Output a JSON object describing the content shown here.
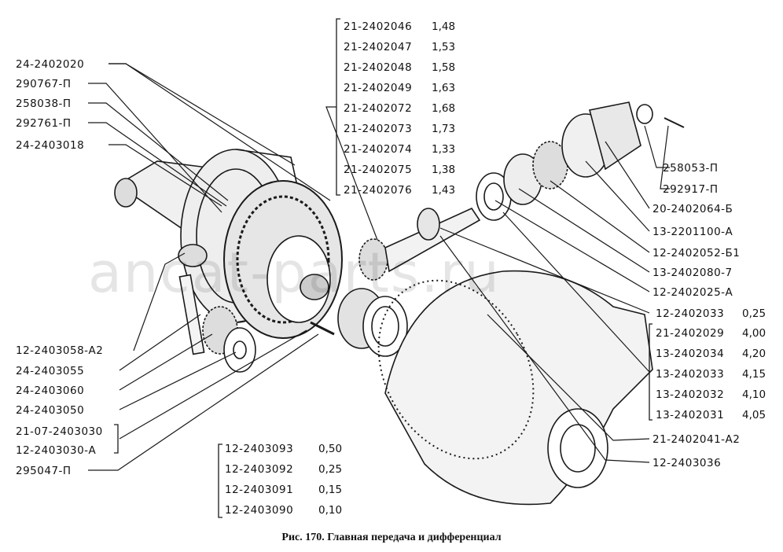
{
  "caption": "Рис. 170. Главная передача и дифференциал",
  "watermark": "ancat-parts.ru",
  "top_group": [
    {
      "code": "21-2402046",
      "value": "1,48"
    },
    {
      "code": "21-2402047",
      "value": "1,53"
    },
    {
      "code": "21-2402048",
      "value": "1,58"
    },
    {
      "code": "21-2402049",
      "value": "1,63"
    },
    {
      "code": "21-2402072",
      "value": "1,68"
    },
    {
      "code": "21-2402073",
      "value": "1,73"
    },
    {
      "code": "21-2402074",
      "value": "1,33"
    },
    {
      "code": "21-2402075",
      "value": "1,38"
    },
    {
      "code": "21-2402076",
      "value": "1,43"
    }
  ],
  "left_top": [
    "24-2402020",
    "290767-П",
    "258038-П",
    "292761-П",
    "24-2403018"
  ],
  "left_bottom": [
    "12-2403058-А2",
    "24-2403055",
    "24-2403060",
    "24-2403050"
  ],
  "left_bracket": [
    "21-07-2403030",
    "12-2403030-А"
  ],
  "left_last": "295047-П",
  "bottom_group": [
    {
      "code": "12-2403093",
      "value": "0,50"
    },
    {
      "code": "12-2403092",
      "value": "0,25"
    },
    {
      "code": "12-2403091",
      "value": "0,15"
    },
    {
      "code": "12-2403090",
      "value": "0,10"
    }
  ],
  "right_top": [
    "258053-П",
    "292917-П",
    "20-2402064-Б",
    "13-2201100-А",
    "12-2402052-Б1",
    "13-2402080-7",
    "12-2402025-А"
  ],
  "right_group": [
    {
      "code": "12-2402033",
      "value": "0,25"
    },
    {
      "code": "21-2402029",
      "value": "4,00"
    },
    {
      "code": "13-2402034",
      "value": "4,20"
    },
    {
      "code": "13-2402033",
      "value": "4,15"
    },
    {
      "code": "13-2402032",
      "value": "4,10"
    },
    {
      "code": "13-2402031",
      "value": "4,05"
    }
  ],
  "right_bottom": [
    "21-2402041-А2",
    "12-2403036"
  ],
  "colors": {
    "ink": "#1a1a1a",
    "paper": "#ffffff"
  }
}
